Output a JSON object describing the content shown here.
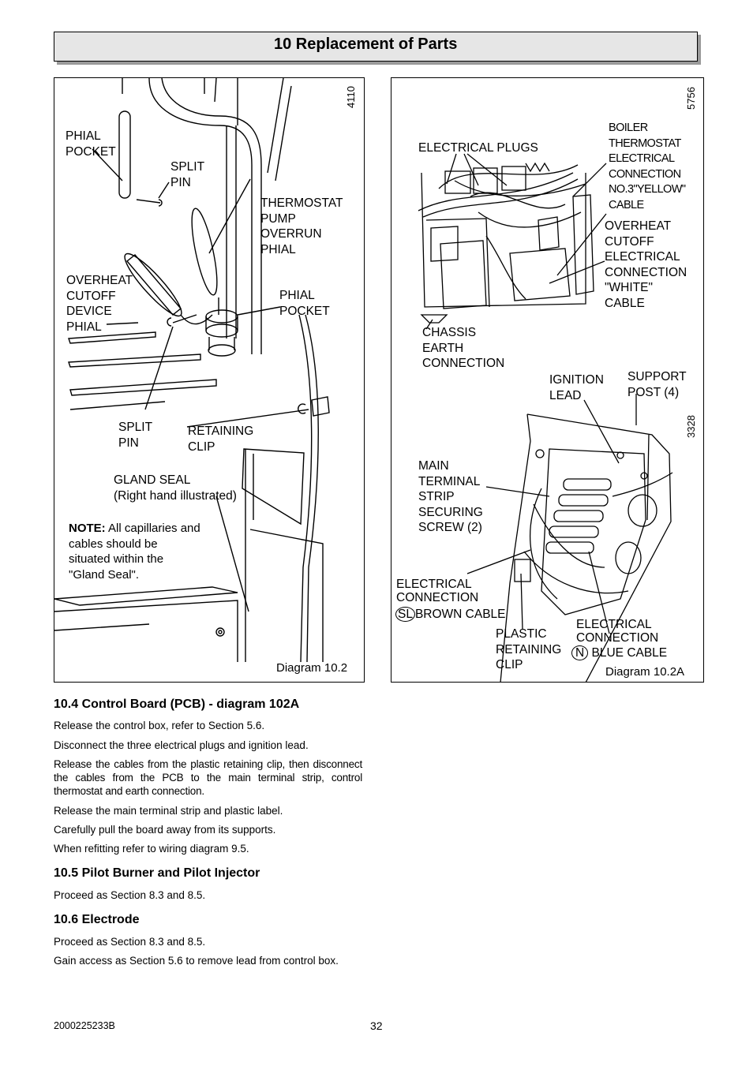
{
  "header": {
    "title": "10 Replacement of Parts"
  },
  "diagram_left": {
    "ref_number": "4110",
    "caption": "Diagram 10.2",
    "labels": {
      "phial_pocket_top": "PHIAL\nPOCKET",
      "split_pin_top": "SPLIT\nPIN",
      "thermostat": "THERMOSTAT\nPUMP\nOVERRUN\nPHIAL",
      "overheat": "OVERHEAT\nCUTOFF\nDEVICE\nPHIAL",
      "phial_pocket_mid": "PHIAL\nPOCKET",
      "split_pin_bottom": "SPLIT\nPIN",
      "retaining_clip": "RETAINING\nCLIP",
      "gland_seal": "GLAND SEAL\n(Right hand illustrated)",
      "note_bold": "NOTE:",
      "note_text": " All capillaries and\ncables should be\nsituated within the\n\"Gland Seal\"."
    }
  },
  "diagram_right": {
    "ref_number_top": "5756",
    "ref_number_bottom": "3328",
    "caption": "Diagram 10.2A",
    "labels": {
      "electrical_plugs": "ELECTRICAL PLUGS",
      "boiler_thermostat": "BOILER\nTHERMOSTAT\nELECTRICAL\nCONNECTION\nNO.3\"YELLOW\"\nCABLE",
      "overheat_cutoff": "OVERHEAT\nCUTOFF\nELECTRICAL\nCONNECTION\n\"WHITE\"\nCABLE",
      "chassis_earth": "CHASSIS\nEARTH\nCONNECTION",
      "ignition_lead": "IGNITION\nLEAD",
      "support_post": "SUPPORT\nPOST (4)",
      "main_terminal": "MAIN\nTERMINAL\nSTRIP\nSECURING\nSCREW (2)",
      "electrical_connection_sl": "ELECTRICAL\nCONNECTION",
      "sl_symbol": "SL",
      "brown_cable": "BROWN CABLE",
      "plastic_clip": "PLASTIC\nRETAINING\nCLIP",
      "electrical_connection_n": "ELECTRICAL\nCONNECTION",
      "n_symbol": "N",
      "blue_cable": "BLUE CABLE"
    }
  },
  "sections": {
    "s104": {
      "title": "10.4 Control Board (PCB) - diagram 102A",
      "p1": "Release the control box, refer to Section 5.6.",
      "p2": "Disconnect the three electrical plugs and ignition lead.",
      "p3": "Release the cables from the plastic retaining clip, then disconnect the cables from the PCB to the main terminal strip, control thermostat and earth connection.",
      "p4": "Release the main terminal strip and plastic label.",
      "p5": "Carefully pull the board away from its supports.",
      "p6": "When refitting refer to wiring diagram 9.5."
    },
    "s105": {
      "title": "10.5 Pilot Burner and Pilot Injector",
      "p1": "Proceed as Section 8.3 and 8.5."
    },
    "s106": {
      "title": "10.6 Electrode",
      "p1": "Proceed as Section 8.3 and 8.5.",
      "p2": "Gain access as Section 5.6 to remove lead from control box."
    }
  },
  "footer": {
    "doc_number": "2000225233B",
    "page_number": "32"
  }
}
